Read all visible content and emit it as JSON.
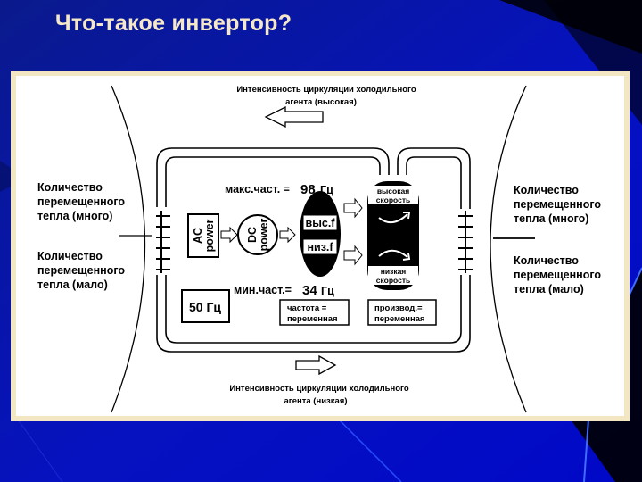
{
  "slide": {
    "title": "Что-такое инвертор?",
    "colors": {
      "background_top": "#0a1a8c",
      "background_bottom": "#0008c8",
      "frame": "#f3e6c3",
      "panel": "#ffffff"
    }
  },
  "diagram": {
    "circulation_high": {
      "line1": "Интенсивность циркуляции холодильного",
      "line2": "агента (высокая)"
    },
    "circulation_low": {
      "line1": "Интенсивность циркуляции холодильного",
      "line2": "агента (низкая)"
    },
    "heat_left_many": {
      "line1": "Количество",
      "line2": "перемещенного",
      "line3": "тепла (много)"
    },
    "heat_left_few": {
      "line1": "Количество",
      "line2": "перемещенного",
      "line3": "тепла (мало)"
    },
    "heat_right_many": {
      "line1": "Количество",
      "line2": "перемещенного",
      "line3": "тепла (много)"
    },
    "heat_right_few": {
      "line1": "Количество",
      "line2": "перемещенного",
      "line3": "тепла (мало)"
    },
    "max_freq": {
      "label": "макс.част. =",
      "value": "98",
      "unit": "Гц"
    },
    "min_freq": {
      "label": "мин.част.=",
      "value": "34",
      "unit": "Гц"
    },
    "ac_power": {
      "line1": "AC",
      "line2": "power"
    },
    "dc_power": {
      "line1": "DC",
      "line2": "power"
    },
    "high_f": "выс.f",
    "low_f": "низ.f",
    "high_speed": {
      "line1": "высокая",
      "line2": "скорость"
    },
    "low_speed": {
      "line1": "низкая",
      "line2": "скорость"
    },
    "mains_freq": "50 Гц",
    "freq_variable": {
      "line1": "частота =",
      "line2": "переменная"
    },
    "perf_variable": {
      "line1": "производ.=",
      "line2": "переменная"
    }
  }
}
